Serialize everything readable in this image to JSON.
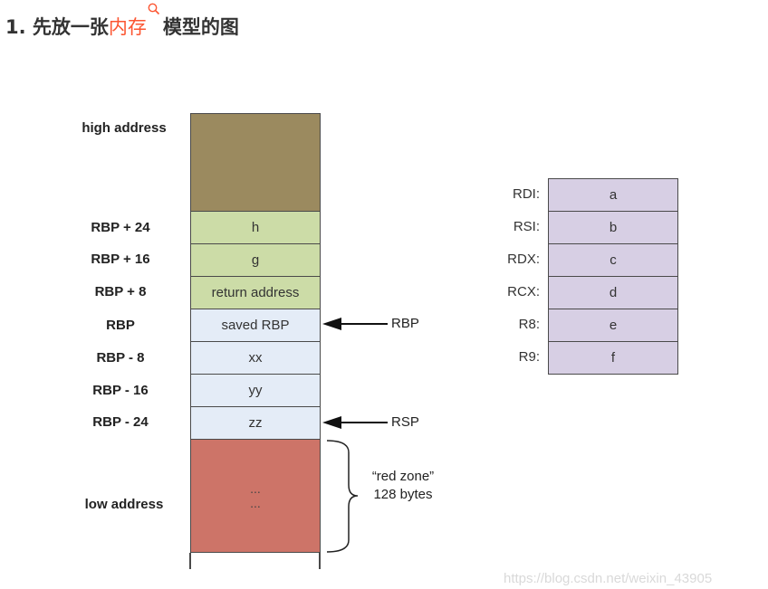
{
  "heading": {
    "prefix": "1. 先放一张",
    "keyword": "内存",
    "suffix": "模型的图",
    "keyword_color": "#fc5531"
  },
  "stack": {
    "top_label": "high address",
    "bottom_label": "low address",
    "rows": [
      {
        "label": "RBP + 24",
        "content": "h"
      },
      {
        "label": "RBP + 16",
        "content": "g"
      },
      {
        "label": "RBP + 8",
        "content": "return address"
      },
      {
        "label": "RBP",
        "content": "saved RBP"
      },
      {
        "label": "RBP - 8",
        "content": "xx"
      },
      {
        "label": "RBP - 16",
        "content": "yy"
      },
      {
        "label": "RBP - 24",
        "content": "zz"
      }
    ],
    "red_zone_dots": [
      "...",
      "..."
    ],
    "colors": {
      "high": "#9b8a5f",
      "frame_top": "#ccdca7",
      "frame": "#e4ecf7",
      "red_zone": "#cd7468"
    }
  },
  "pointers": {
    "rbp": "RBP",
    "rsp": "RSP"
  },
  "red_zone": {
    "line1": "“red zone”",
    "line2": "128 bytes"
  },
  "registers": [
    {
      "name": "RDI:",
      "value": "a"
    },
    {
      "name": "RSI:",
      "value": "b"
    },
    {
      "name": "RDX:",
      "value": "c"
    },
    {
      "name": "RCX:",
      "value": "d"
    },
    {
      "name": "R8:",
      "value": "e"
    },
    {
      "name": "R9:",
      "value": "f"
    }
  ],
  "register_color": "#d7cfe4",
  "watermark": "https://blog.csdn.net/weixin_43905"
}
